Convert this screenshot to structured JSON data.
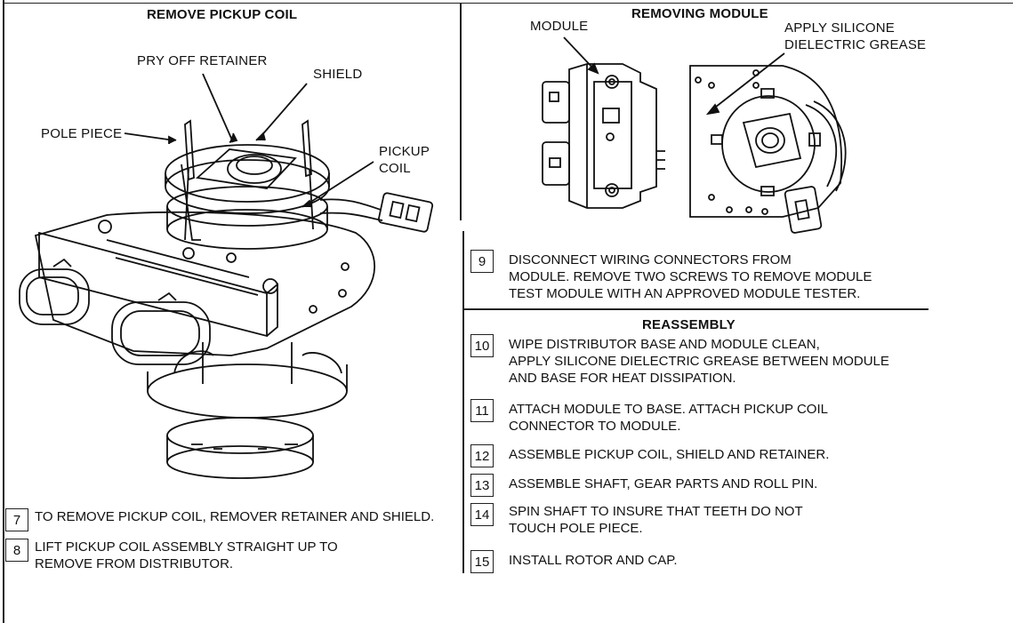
{
  "left_panel": {
    "heading": "REMOVE PICKUP COIL",
    "callouts": {
      "pry_off_retainer": "PRY OFF RETAINER",
      "shield": "SHIELD",
      "pole_piece": "POLE PIECE",
      "pickup_coil_line1": "PICKUP",
      "pickup_coil_line2": "COIL"
    },
    "steps": [
      {
        "number": "7",
        "text": "TO REMOVE PICKUP COIL, REMOVER RETAINER AND SHIELD."
      },
      {
        "number": "8",
        "text": "LIFT PICKUP COIL ASSEMBLY STRAIGHT UP TO\nREMOVE FROM DISTRIBUTOR."
      }
    ]
  },
  "right_panel": {
    "heading": "REMOVING MODULE",
    "callouts": {
      "module": "MODULE",
      "grease_line1": "APPLY SILICONE",
      "grease_line2": "DIELECTRIC GREASE"
    },
    "step9": {
      "number": "9",
      "text": "DISCONNECT WIRING CONNECTORS FROM\nMODULE. REMOVE TWO SCREWS TO REMOVE MODULE\nTEST MODULE WITH AN APPROVED MODULE TESTER."
    },
    "reassembly_heading": "REASSEMBLY",
    "reassembly_steps": [
      {
        "number": "10",
        "text": "WIPE DISTRIBUTOR BASE AND MODULE CLEAN,\nAPPLY SILICONE DIELECTRIC GREASE BETWEEN MODULE\nAND BASE FOR HEAT DISSIPATION."
      },
      {
        "number": "11",
        "text": "ATTACH MODULE TO BASE. ATTACH PICKUP COIL\nCONNECTOR TO MODULE."
      },
      {
        "number": "12",
        "text": "ASSEMBLE PICKUP COIL, SHIELD AND RETAINER."
      },
      {
        "number": "13",
        "text": "ASSEMBLE SHAFT, GEAR PARTS AND ROLL PIN."
      },
      {
        "number": "14",
        "text": "SPIN SHAFT TO INSURE THAT TEETH DO NOT\nTOUCH POLE PIECE."
      },
      {
        "number": "15",
        "text": "INSTALL ROTOR AND CAP."
      }
    ]
  }
}
